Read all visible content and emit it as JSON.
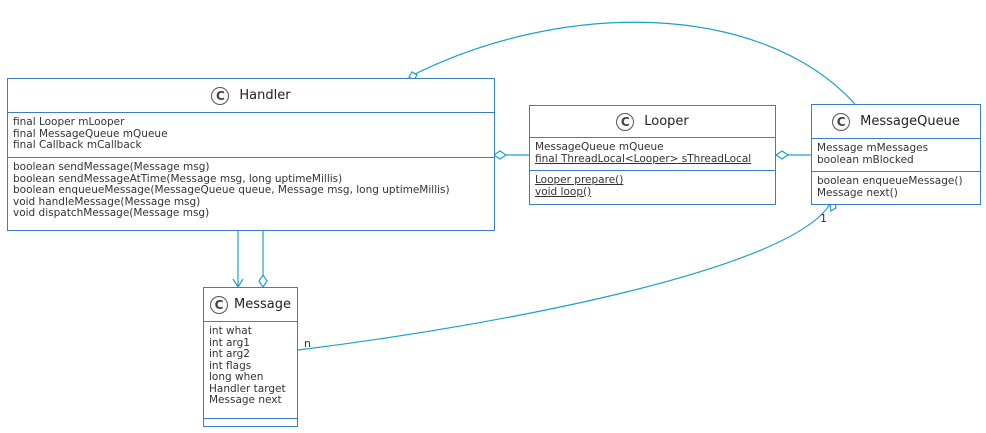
{
  "colors": {
    "class_border": "#3a7dc9",
    "link": "#1aa3c8",
    "class_fill": "#ffffff",
    "icon": "#555555"
  },
  "class_icon_letter": "C",
  "classes": {
    "handler": {
      "name": "Handler",
      "fields": [
        "final Looper mLooper",
        "final MessageQueue mQueue",
        "final Callback mCallback"
      ],
      "methods": [
        "boolean sendMessage(Message msg)",
        "boolean sendMessageAtTime(Message msg, long uptimeMillis)",
        "boolean enqueueMessage(MessageQueue queue, Message msg, long uptimeMillis)",
        "void handleMessage(Message msg)",
        "void dispatchMessage(Message msg)"
      ]
    },
    "looper": {
      "name": "Looper",
      "fields": [
        "MessageQueue mQueue",
        "final ThreadLocal<Looper> sThreadLocal"
      ],
      "methods": [
        "Looper prepare()",
        "void loop()"
      ]
    },
    "messagequeue": {
      "name": "MessageQueue",
      "fields": [
        "Message mMessages",
        "boolean mBlocked"
      ],
      "methods": [
        "boolean enqueueMessage()",
        "Message next()"
      ]
    },
    "message": {
      "name": "Message",
      "fields": [
        "int what",
        "int arg1",
        "int arg2",
        "int flags",
        "long when",
        "Handler target",
        "Message next"
      ],
      "methods": []
    }
  },
  "multiplicities": {
    "queue_end": "1",
    "message_end": "n"
  }
}
